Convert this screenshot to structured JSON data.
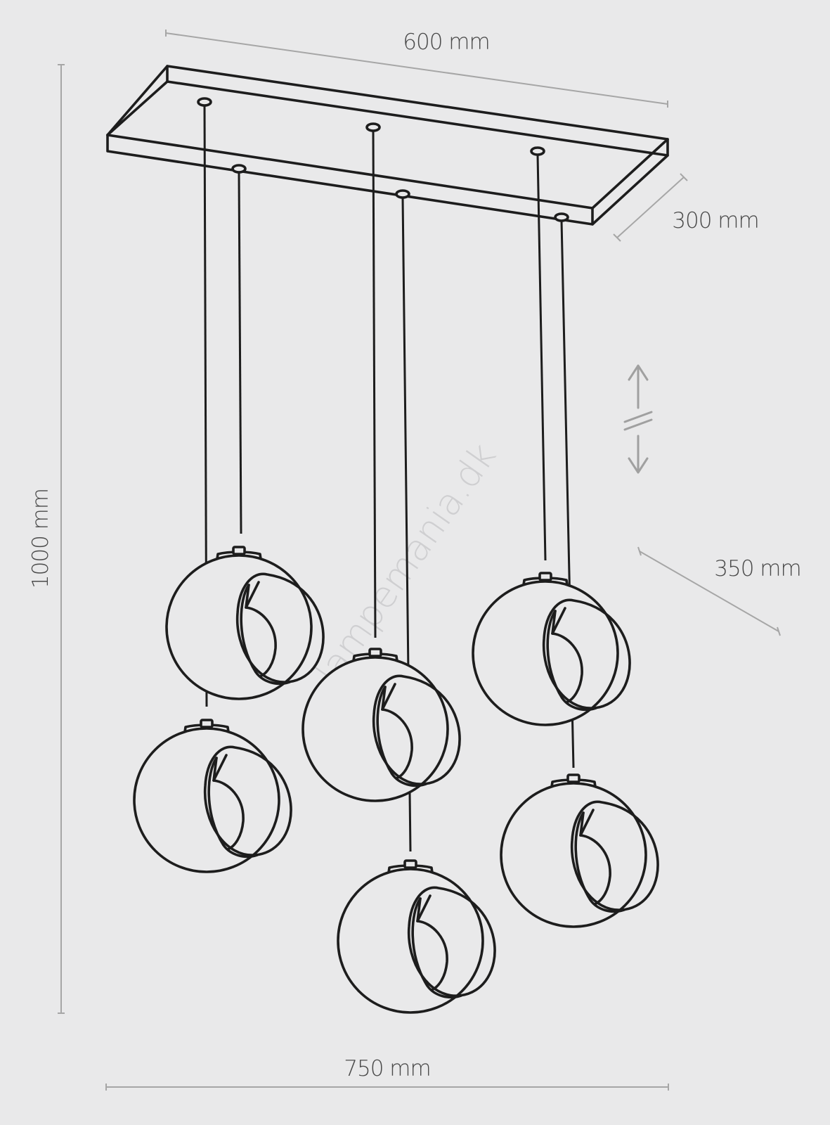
{
  "dimensions": {
    "top_width": "600 mm",
    "canopy_depth": "300 mm",
    "shade_size": "350 mm",
    "height": "1000 mm",
    "total_width": "750 mm"
  },
  "watermark": "lampemania.dk",
  "colors": {
    "background": "#e9e9ea",
    "line": "#1d1d1d",
    "dimension_line": "#a6a6a6"
  },
  "icons": {
    "adjustable_height": "double-arrow-adjustable-icon"
  }
}
